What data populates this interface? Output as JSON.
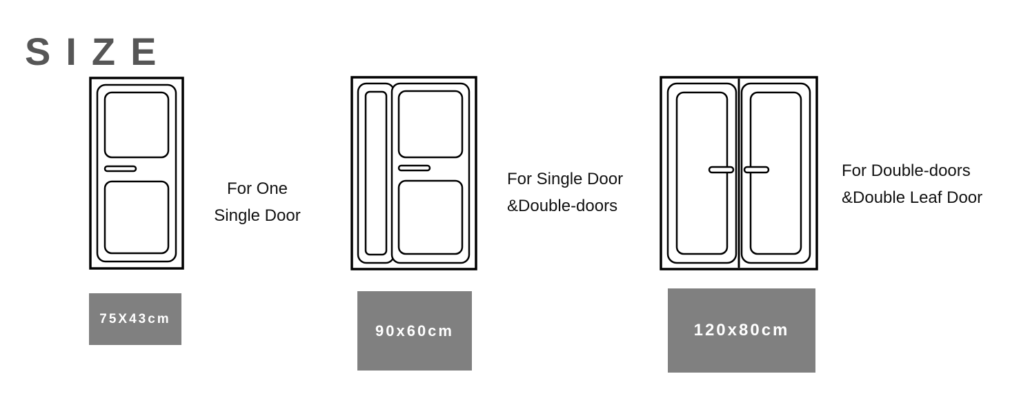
{
  "page": {
    "title": "SIZE",
    "background_color": "#ffffff",
    "line_color": "#000000",
    "chip_color": "#808080",
    "chip_text_color": "#ffffff",
    "title_color": "#565656"
  },
  "sizes": [
    {
      "id": "size-1",
      "door_type": "single-door",
      "caption_line_1": "For One",
      "caption_line_2": "Single Door",
      "dimensions": "75X43cm",
      "width_cm": 43,
      "height_cm": 75
    },
    {
      "id": "size-2",
      "door_type": "single-door-with-sidelite",
      "caption_line_1": "For Single Door",
      "caption_line_2": "&Double-doors",
      "dimensions": "90x60cm",
      "width_cm": 60,
      "height_cm": 90
    },
    {
      "id": "size-3",
      "door_type": "double-leaf-door",
      "caption_line_1": "For Double-doors",
      "caption_line_2": "&Double Leaf Door",
      "dimensions": "120x80cm",
      "width_cm": 80,
      "height_cm": 120
    }
  ]
}
